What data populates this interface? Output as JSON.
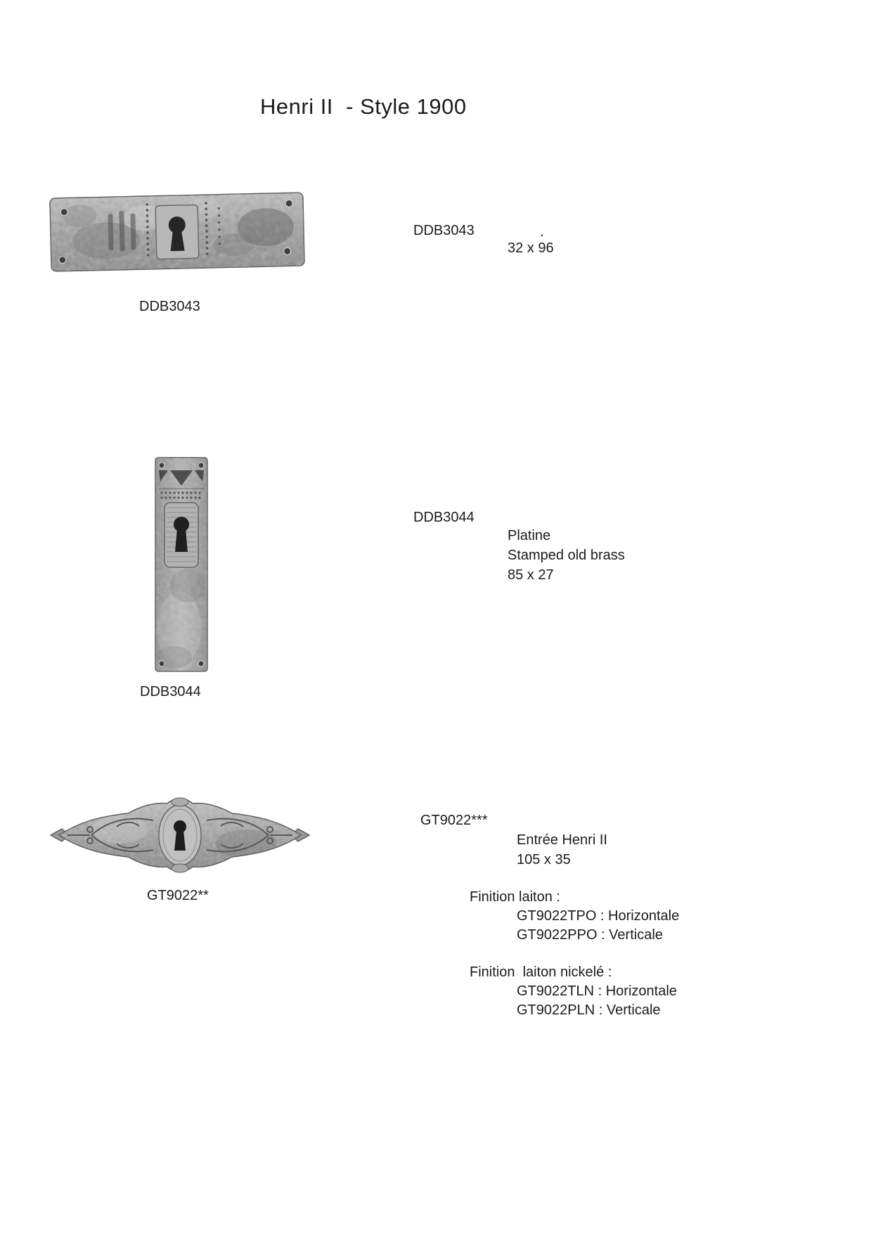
{
  "page": {
    "title": "Henri II  - Style 1900"
  },
  "products": {
    "ddb3043": {
      "caption": "DDB3043",
      "ref": "DDB3043",
      "dot": ".",
      "size": "32 x 96",
      "image": "stamped-plate-horizontal-keyhole"
    },
    "ddb3044": {
      "caption": "DDB3044",
      "ref": "DDB3044",
      "desc_line1": "Platine",
      "desc_line2": "Stamped old brass",
      "size": "85 x 27",
      "image": "stamped-plate-vertical-keyhole"
    },
    "gt9022": {
      "caption": "GT9022**",
      "ref": "GT9022***",
      "name": "Entrée Henri II",
      "size": "105 x 35",
      "image": "ornate-escutcheon-keyhole",
      "finish_brass": {
        "label": "Finition laiton :",
        "opt1": "GT9022TPO : Horizontale",
        "opt2": "GT9022PPO : Verticale"
      },
      "finish_nickel": {
        "label": "Finition  laiton nickelé :",
        "opt1": "GT9022TLN : Horizontale",
        "opt2": "GT9022PLN : Verticale"
      }
    }
  },
  "colors": {
    "text": "#1b1b1b",
    "plate_gray": "#a2a2a2",
    "keyhole_black": "#222222"
  }
}
